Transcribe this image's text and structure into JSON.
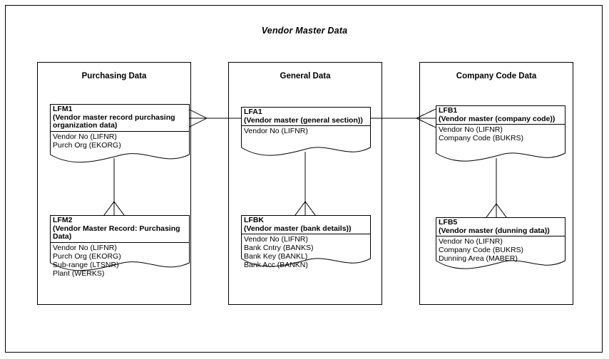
{
  "diagram": {
    "title": "Vendor Master Data",
    "line_color": "#000000",
    "background": "#ffffff"
  },
  "groups": [
    {
      "id": "purchasing",
      "title": "Purchasing Data"
    },
    {
      "id": "general",
      "title": "General Data"
    },
    {
      "id": "company",
      "title": "Company Code Data"
    }
  ],
  "entities": [
    {
      "id": "lfm1",
      "table": "LFM1",
      "description": "(Vendor master record purchasing organization data)",
      "fields": [
        "Vendor No (LIFNR)",
        "Purch Org (EKORG)"
      ]
    },
    {
      "id": "lfm2",
      "table": "LFM2",
      "description": "(Vendor Master Record: Purchasing Data)",
      "fields": [
        "Vendor No (LIFNR)",
        "Purch Org (EKORG)",
        "Sub-range (LTSNR)",
        "Plant (WERKS)"
      ]
    },
    {
      "id": "lfa1",
      "table": "LFA1",
      "description": "(Vendor master (general section))",
      "fields": [
        "Vendor No (LIFNR)"
      ]
    },
    {
      "id": "lfbk",
      "table": "LFBK",
      "description": "(Vendor master (bank details))",
      "fields": [
        "Vendor No (LIFNR)",
        "Bank Cntry (BANKS)",
        "Bank Key (BANKL)",
        "Bank Acc (BANKN)"
      ]
    },
    {
      "id": "lfb1",
      "table": "LFB1",
      "description": "(Vendor master (company code))",
      "fields": [
        "Vendor No (LIFNR)",
        "Company Code (BUKRS)"
      ]
    },
    {
      "id": "lfb5",
      "table": "LFB5",
      "description": "(Vendor master (dunning data))",
      "fields": [
        "Vendor No (LIFNR)",
        "Company Code (BUKRS)",
        "Dunning Area (MABER)"
      ]
    }
  ],
  "relationships": [
    {
      "from": "lfm1",
      "to": "lfa1",
      "notation": "crows-foot",
      "foot_at": "lfm1"
    },
    {
      "from": "lfa1",
      "to": "lfb1",
      "notation": "crows-foot",
      "foot_at": "lfb1"
    },
    {
      "from": "lfm1",
      "to": "lfm2",
      "notation": "crows-foot",
      "foot_at": "lfm2"
    },
    {
      "from": "lfa1",
      "to": "lfbk",
      "notation": "crows-foot",
      "foot_at": "lfbk"
    },
    {
      "from": "lfb1",
      "to": "lfb5",
      "notation": "crows-foot",
      "foot_at": "lfb5"
    }
  ]
}
